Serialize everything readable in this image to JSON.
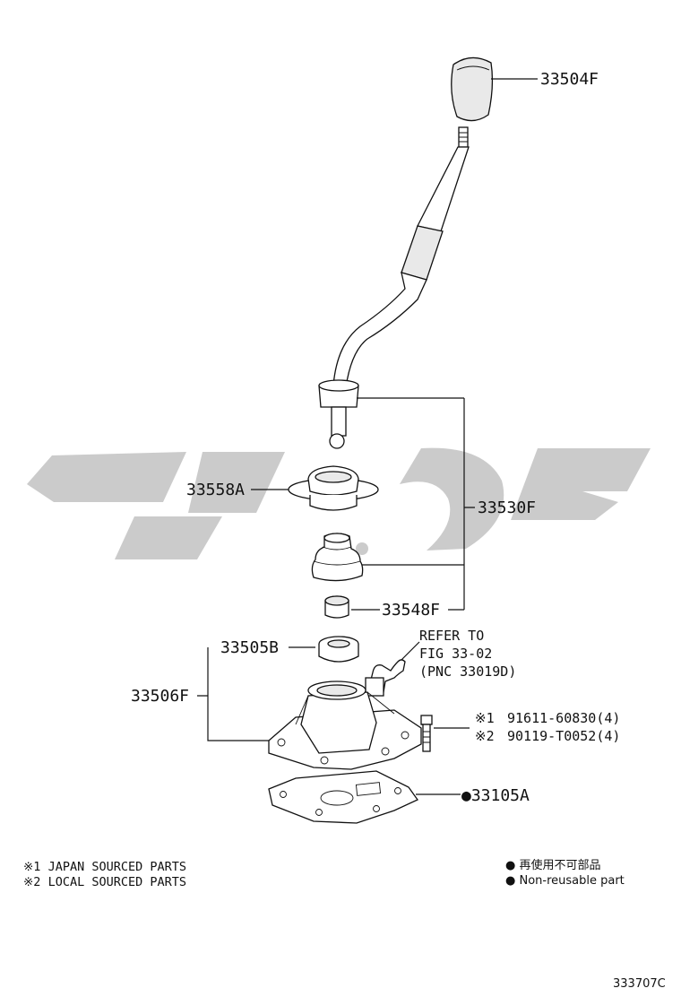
{
  "diagram": {
    "callouts": {
      "knob": "33504F",
      "seat": "33558A",
      "lever_assy": "33530F",
      "bushing": "33548F",
      "retainer": "33505B",
      "housing": "33506F",
      "gasket": "●33105A"
    },
    "refer": {
      "line1": "REFER TO",
      "line2": "FIG 33-02",
      "line3": "(PNC 33019D)"
    },
    "bolts": {
      "row1_mark": "※1",
      "row1_part": "91611-60830(4)",
      "row2_mark": "※2",
      "row2_part": "90119-T0052(4)"
    },
    "notes_left": {
      "line1": "※1 JAPAN SOURCED PARTS",
      "line2": "※2 LOCAL SOURCED PARTS"
    },
    "notes_right": {
      "line1": "● 再使用不可部品",
      "line2": "● Non-reusable part"
    },
    "figure_id": "333707C"
  }
}
